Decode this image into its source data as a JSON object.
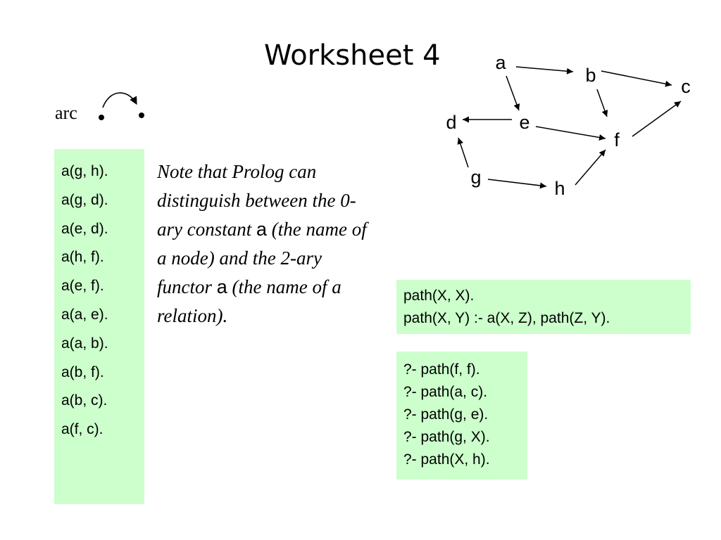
{
  "title": "Worksheet 4",
  "arc_legend": {
    "label": "arc"
  },
  "facts": [
    "a(g, h).",
    "a(g, d).",
    "a(e, d).",
    "a(h, f).",
    "a(e, f).",
    "a(a, e).",
    "a(a, b).",
    "a(b, f).",
    "a(b, c).",
    "a(f, c)."
  ],
  "note": {
    "part1": "Note that Prolog can distinguish between the 0-ary constant ",
    "const": "a",
    "part2": " (the name of a node) and the 2-ary functor ",
    "functor": "a",
    "part3": " (the name of a relation)."
  },
  "rules": [
    "path(X, X).",
    "path(X, Y) :- a(X, Z), path(Z, Y)."
  ],
  "queries": [
    "?- path(f, f).",
    "?- path(a, c).",
    "?- path(g, e).",
    "?- path(g, X).",
    "?- path(X, h)."
  ],
  "graph": {
    "nodes": [
      {
        "id": "a",
        "label": "a"
      },
      {
        "id": "b",
        "label": "b"
      },
      {
        "id": "c",
        "label": "c"
      },
      {
        "id": "d",
        "label": "d"
      },
      {
        "id": "e",
        "label": "e"
      },
      {
        "id": "f",
        "label": "f"
      },
      {
        "id": "g",
        "label": "g"
      },
      {
        "id": "h",
        "label": "h"
      }
    ],
    "edges": [
      {
        "from": "a",
        "to": "b"
      },
      {
        "from": "a",
        "to": "e"
      },
      {
        "from": "b",
        "to": "c"
      },
      {
        "from": "b",
        "to": "f"
      },
      {
        "from": "e",
        "to": "d"
      },
      {
        "from": "e",
        "to": "f"
      },
      {
        "from": "g",
        "to": "d"
      },
      {
        "from": "g",
        "to": "h"
      },
      {
        "from": "h",
        "to": "f"
      },
      {
        "from": "f",
        "to": "c"
      }
    ]
  }
}
